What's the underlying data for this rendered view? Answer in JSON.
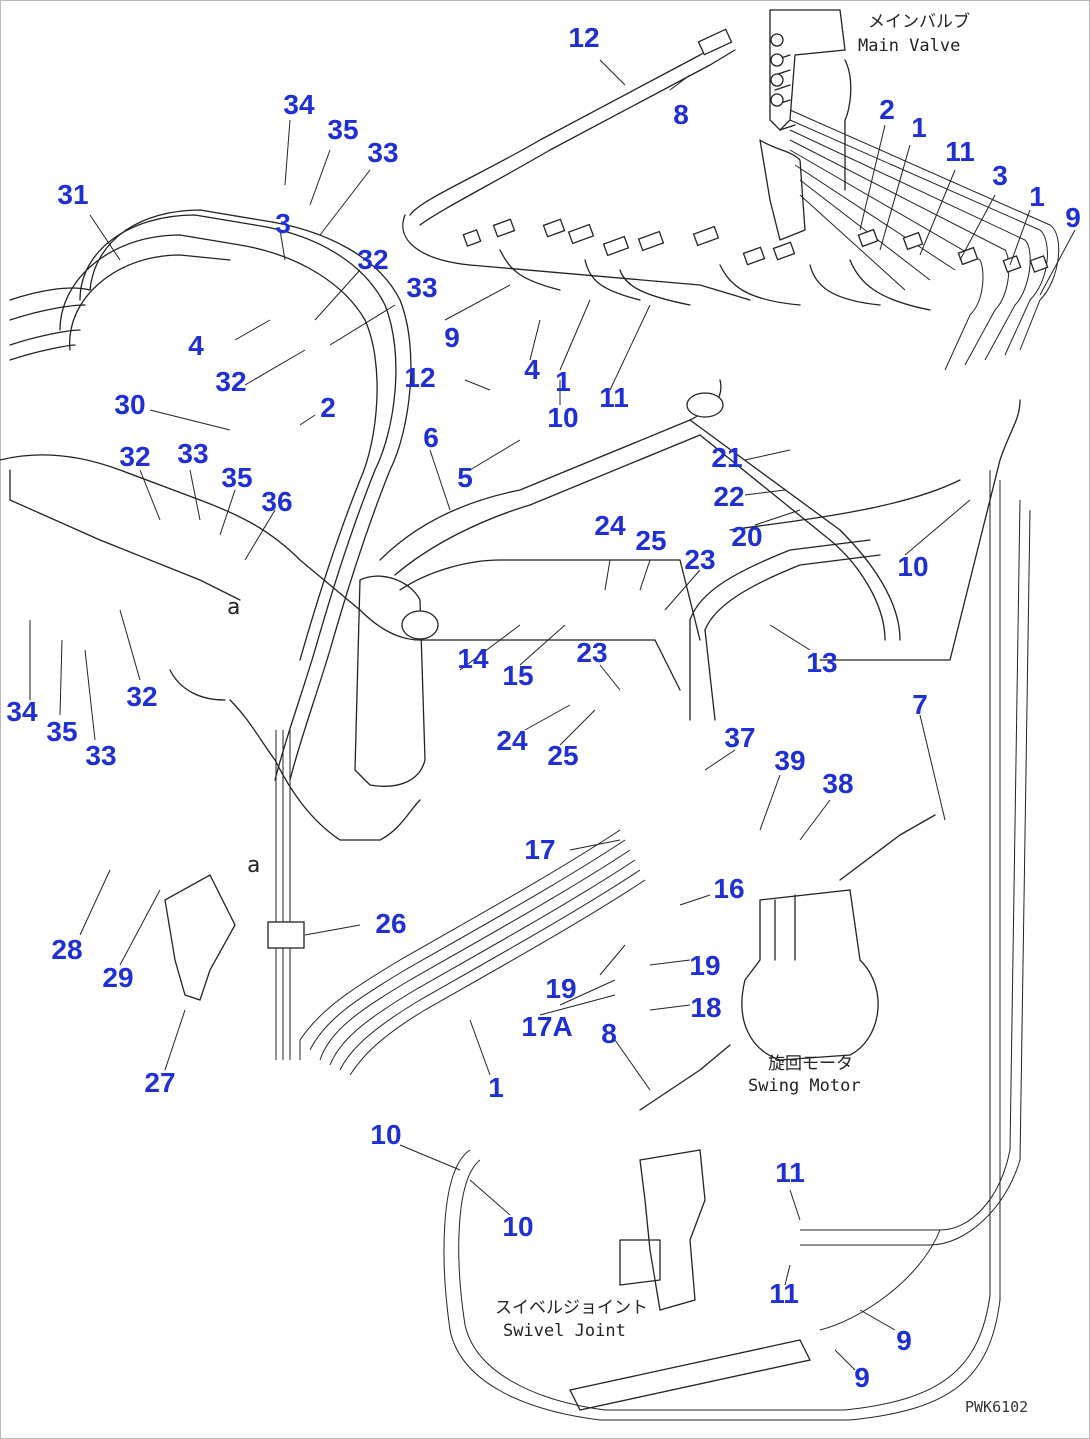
{
  "diagram": {
    "drawing_code": "PWK6102",
    "component_labels": [
      {
        "ja": "メインバルブ",
        "en": "Main Valve"
      },
      {
        "ja": "旋回モータ",
        "en": "Swing Motor"
      },
      {
        "ja": "スイベルジョイント",
        "en": "Swivel Joint"
      }
    ],
    "view_marks": [
      "a",
      "a"
    ],
    "callouts": [
      "12",
      "8",
      "2",
      "1",
      "11",
      "3",
      "1",
      "9",
      "34",
      "35",
      "33",
      "31",
      "3",
      "32",
      "33",
      "4",
      "9",
      "4",
      "1",
      "11",
      "12",
      "10",
      "30",
      "32",
      "2",
      "6",
      "5",
      "32",
      "33",
      "35",
      "36",
      "21",
      "22",
      "20",
      "10",
      "24",
      "25",
      "23",
      "14",
      "15",
      "13",
      "34",
      "35",
      "33",
      "32",
      "23",
      "24",
      "25",
      "7",
      "37",
      "39",
      "38",
      "17",
      "16",
      "26",
      "28",
      "29",
      "19",
      "19",
      "17A",
      "18",
      "8",
      "1",
      "27",
      "10",
      "11",
      "10",
      "11",
      "9",
      "9"
    ]
  }
}
